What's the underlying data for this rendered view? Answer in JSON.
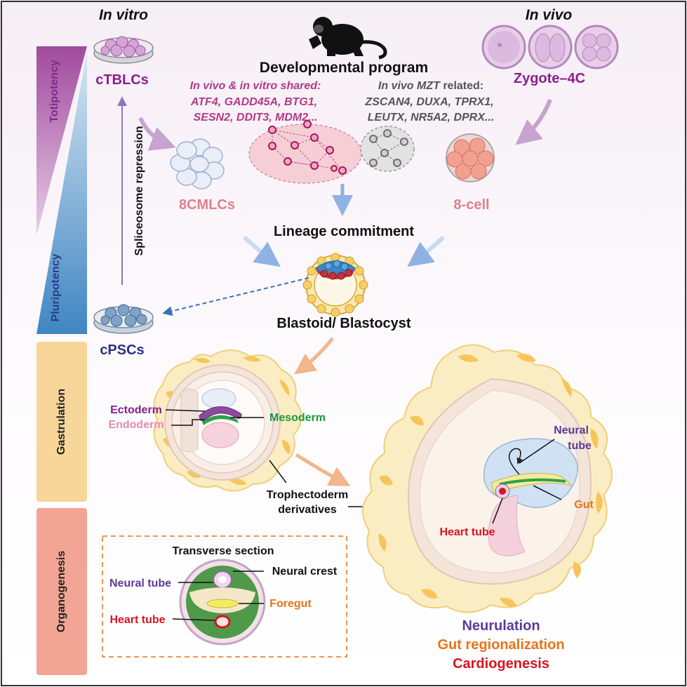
{
  "stages": {
    "totipotency": "Totipotency",
    "pluripotency": "Pluripotency",
    "gastrulation": "Gastrulation",
    "organogenesis": "Organogenesis"
  },
  "header": {
    "in_vitro": "In vitro",
    "in_vivo": "In vivo",
    "program": "Developmental program"
  },
  "cells": {
    "ctblcs": "cTBLCs",
    "zygote": "Zygote–4C",
    "cmlcs": "8CMLCs",
    "eight_cell": "8-cell",
    "cpscs": "cPSCs",
    "spliceosome": "Spliceosome repression"
  },
  "genes": {
    "shared_title": "In vivo & in vitro shared:",
    "shared_line1": "ATF4, GADD45A, BTG1,",
    "shared_line2": "SESN2, DDIT3, MDM2...",
    "mzt_title_italic": "In vivo MZT",
    "mzt_title_rest": " related:",
    "mzt_line1": "ZSCAN4, DUXA, TPRX1,",
    "mzt_line2": "LEUTX, NR5A2, DPRX..."
  },
  "lineage": {
    "commitment": "Lineage commitment",
    "blastoid": "Blastoid/ Blastocyst"
  },
  "gastrula": {
    "ectoderm": "Ectoderm",
    "endoderm": "Endoderm",
    "mesoderm": "Mesoderm",
    "trophectoderm_line1": "Trophectoderm",
    "trophectoderm_line2": "derivatives"
  },
  "embryo": {
    "neural_tube_line1": "Neural",
    "neural_tube_line2": "tube",
    "gut": "Gut",
    "heart_tube": "Heart tube"
  },
  "section": {
    "title": "Transverse section",
    "neural_crest": "Neural crest",
    "neural_tube": "Neural tube",
    "foregut": "Foregut",
    "heart_tube": "Heart tube"
  },
  "outcomes": {
    "neurulation": "Neurulation",
    "gut_regionalization": "Gut regionalization",
    "cardiogenesis": "Cardiogenesis"
  },
  "colors": {
    "purple": "#8a1f8c",
    "magenta": "#b23a86",
    "navy": "#2e2f86",
    "pink_label": "#e07f8d",
    "green": "#1a9a3c",
    "orange": "#e8731a",
    "red": "#d8141e",
    "endoderm_pink": "#e98ab0",
    "indigo": "#5b3a99"
  }
}
